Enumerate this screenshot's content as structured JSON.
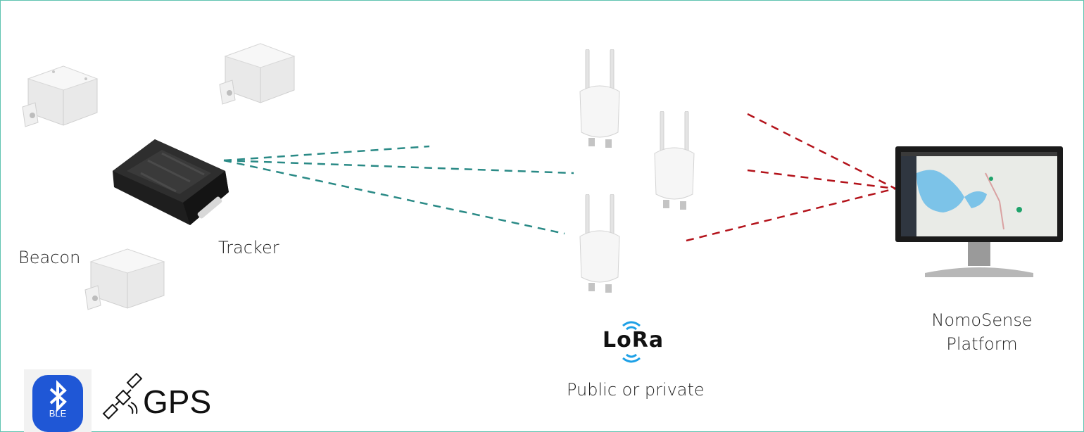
{
  "labels": {
    "beacon": "Beacon",
    "tracker": "Tracker",
    "gateway_network": "Public or private",
    "platform_line1": "NomoSense",
    "platform_line2": "Platform",
    "lora_logo_text": "LoRa",
    "gps_text": "GPS",
    "ble_text": "BLE"
  },
  "colors": {
    "frame_border": "#5fc4b0",
    "uplink_dashes": "#2a8a86",
    "backhaul_dashes": "#b3121a",
    "ble_blue": "#1f57d6",
    "lora_wave": "#1da0e6"
  },
  "icons": [
    "beacon-device-icon",
    "tracker-device-icon",
    "gateway-icon",
    "monitor-icon",
    "bluetooth-icon",
    "satellite-icon",
    "lora-logo"
  ]
}
